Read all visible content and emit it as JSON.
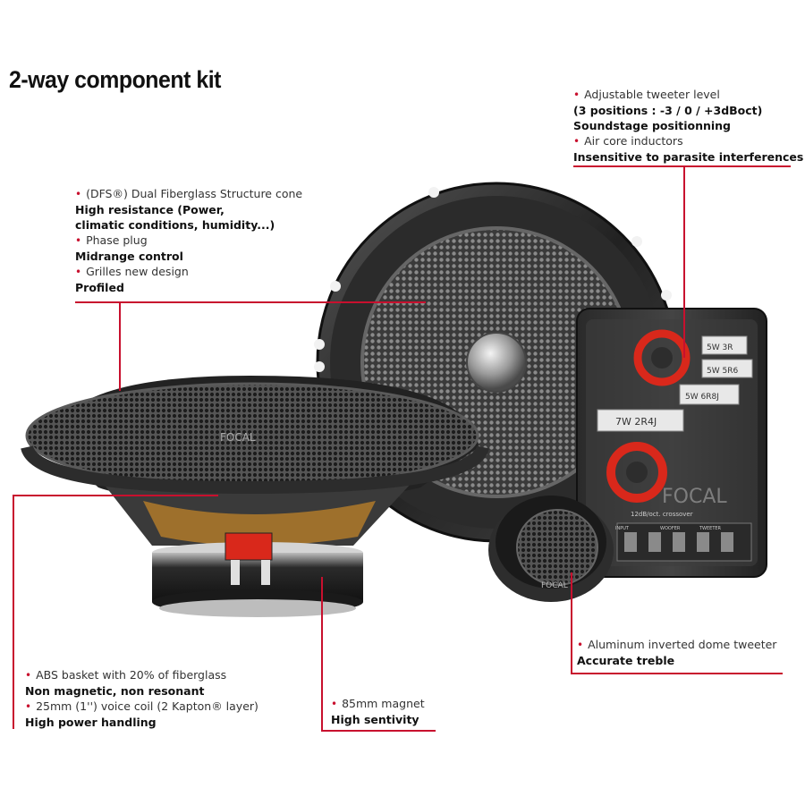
{
  "title": "2-way component kit",
  "accent_color": "#c8102e",
  "callouts": {
    "cone": {
      "lines": [
        {
          "text": "(DFS®) Dual Fiberglass Structure cone",
          "bullet": true
        },
        {
          "text": "High resistance (Power,",
          "bold": true
        },
        {
          "text": "climatic conditions, humidity...)",
          "bold": true
        },
        {
          "text": "Phase plug",
          "bullet": true
        },
        {
          "text": "Midrange control",
          "bold": true
        },
        {
          "text": "Grilles new design",
          "bullet": true
        },
        {
          "text": "Profiled",
          "bold": true
        }
      ]
    },
    "crossover": {
      "lines": [
        {
          "text": "Adjustable tweeter level",
          "bullet": true
        },
        {
          "text": "(3 positions : -3 / 0 / +3dBoct)",
          "bold": true
        },
        {
          "text": "Soundstage positionning",
          "bold": true
        },
        {
          "text": "Air core inductors",
          "bullet": true
        },
        {
          "text": "Insensitive to parasite interferences",
          "bold": true
        }
      ]
    },
    "basket": {
      "lines": [
        {
          "text": "ABS basket with 20% of fiberglass",
          "bullet": true
        },
        {
          "text": "Non magnetic, non resonant",
          "bold": true
        },
        {
          "text": "25mm (1'') voice coil (2 Kapton® layer)",
          "bullet": true
        },
        {
          "text": "High power handling",
          "bold": true
        }
      ]
    },
    "magnet": {
      "lines": [
        {
          "text": "85mm magnet",
          "bullet": true
        },
        {
          "text": "High sentivity",
          "bold": true
        }
      ]
    },
    "tweeter": {
      "lines": [
        {
          "text": "Aluminum inverted dome tweeter",
          "bullet": true
        },
        {
          "text": "Accurate treble",
          "bold": true
        }
      ]
    }
  },
  "product_labels": {
    "brand": "FOCAL",
    "res1": "5W 3R",
    "res2": "5W 5R6",
    "res3": "5W 6R8J",
    "res4": "7W 2R4J",
    "crossover_label": "12dB/oct. crossover",
    "terminal_input": "INPUT",
    "terminal_woofer": "WOOFER",
    "terminal_tweeter": "TWEETER"
  }
}
